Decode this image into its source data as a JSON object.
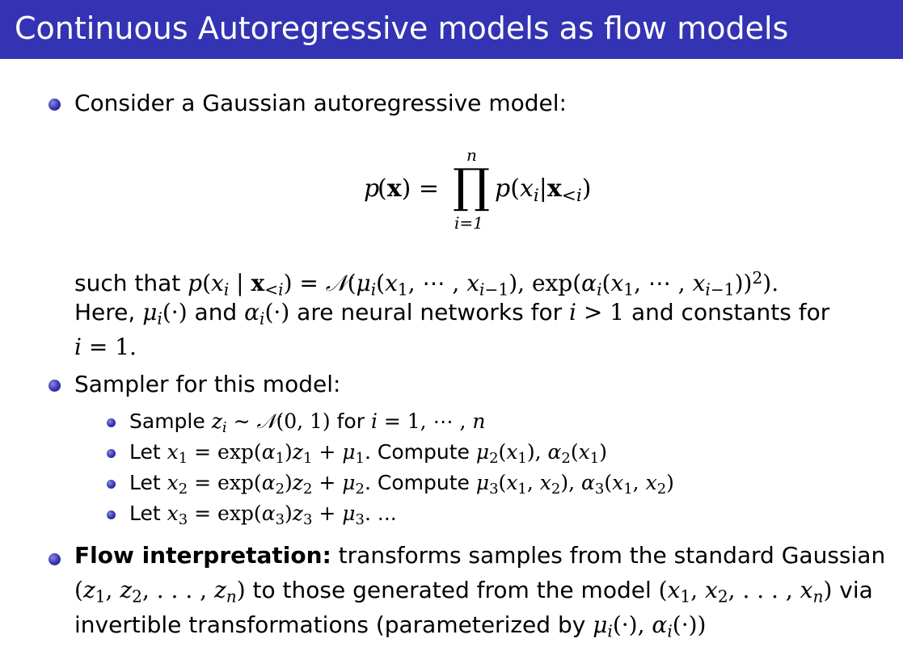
{
  "slide": {
    "title": "Continuous Autoregressive models as flow models",
    "accent_color": "#3333b3",
    "bullet1_text": "Consider a Gaussian autoregressive model:",
    "eq_top": "n",
    "eq_bottom": "i=1",
    "such_that": "such that",
    "here_text": "Here,",
    "and_text": "and",
    "are_nn_text": "are neural networks for",
    "constants_text": "and constants for",
    "bullet2_text": "Sampler for this model:",
    "sample_label": "Sample",
    "for_text": "for",
    "let_label": "Let",
    "compute_label": "Compute",
    "ellipsis": "...",
    "bullet3_bold": "Flow interpretation:",
    "bullet3_text1": "transforms samples from the standard Gaussian",
    "bullet3_text2": "to those generated from the model",
    "bullet3_text3": "via",
    "bullet3_text4": "invertible transformations (parameterized by"
  }
}
